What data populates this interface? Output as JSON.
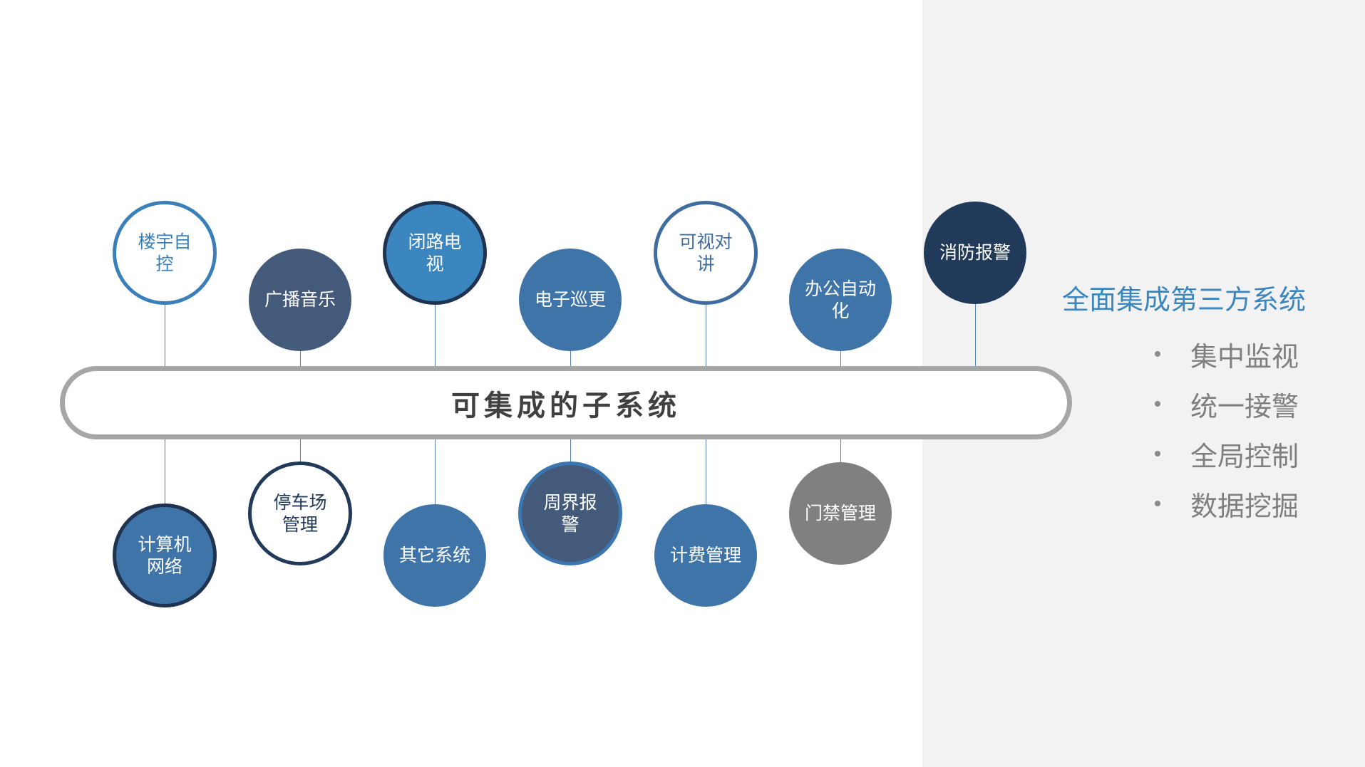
{
  "center_label": "可集成的子系统",
  "top_nodes": [
    {
      "label": "楼宇自控",
      "fill": "#ffffff",
      "border": "#3a7fb8",
      "text": "#3a7fb8"
    },
    {
      "label": "广播音乐",
      "fill": "#445a7a",
      "border": "#445a7a",
      "text": "#ffffff"
    },
    {
      "label": "闭路电视",
      "fill": "#3b86be",
      "border": "#1f3350",
      "text": "#ffffff"
    },
    {
      "label": "电子巡更",
      "fill": "#3f74a9",
      "border": "#3f74a9",
      "text": "#ffffff"
    },
    {
      "label": "可视对讲",
      "fill": "#ffffff",
      "border": "#3f6c9e",
      "text": "#3f6c9e"
    },
    {
      "label": "办公自动化",
      "fill": "#3f74a9",
      "border": "#3f74a9",
      "text": "#ffffff"
    },
    {
      "label": "消防报警",
      "fill": "#213a59",
      "border": "#213a59",
      "text": "#ffffff"
    }
  ],
  "bottom_nodes": [
    {
      "label": "计算机网络",
      "fill": "#3f74a9",
      "border": "#1f3350",
      "text": "#ffffff"
    },
    {
      "label": "停车场管理",
      "fill": "#ffffff",
      "border": "#213a59",
      "text": "#213a59"
    },
    {
      "label": "其它系统",
      "fill": "#3f74a9",
      "border": "#3f74a9",
      "text": "#ffffff"
    },
    {
      "label": "周界报警",
      "fill": "#445a7a",
      "border": "#3b76b1",
      "text": "#ffffff"
    },
    {
      "label": "计费管理",
      "fill": "#3f74a9",
      "border": "#3f74a9",
      "text": "#ffffff"
    },
    {
      "label": "门禁管理",
      "fill": "#808080",
      "border": "#808080",
      "text": "#ffffff"
    }
  ],
  "side_panel": {
    "heading": "全面集成第三方系统",
    "bullets": [
      "集中监视",
      "统一接警",
      "全局控制",
      "数据挖掘"
    ]
  }
}
